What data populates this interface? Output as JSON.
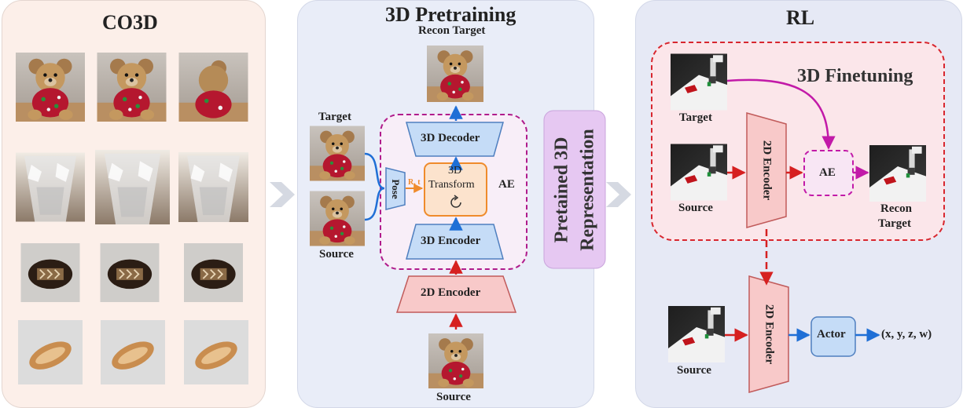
{
  "panels": {
    "co3d": {
      "title": "CO3D"
    },
    "pretraining": {
      "title": "3D Pretraining",
      "recon_target": "Recon Target",
      "target": "Target",
      "source_left": "Source",
      "source_bottom": "Source",
      "pose": "Pose",
      "rt": "R, t",
      "decoder": "3D Decoder",
      "transform_line1": "3D",
      "transform_line2": "Transform",
      "ae": "AE",
      "encoder3d": "3D Encoder",
      "encoder2d": "2D Encoder",
      "pretrained_line1": "Pretained 3D",
      "pretrained_line2": "Representation"
    },
    "rl": {
      "title": "RL",
      "finetuning": "3D Finetuning",
      "target": "Target",
      "source_top": "Source",
      "encoder_top": "2D Encoder",
      "ae": "AE",
      "recon_line1": "Recon",
      "recon_line2": "Target",
      "encoder_bottom": "2D Encoder",
      "source_bottom": "Source",
      "actor": "Actor",
      "output": "(x, y, z, w)"
    }
  },
  "colors": {
    "co3d_bg": "#fcefe9",
    "pretraining_bg": "#e9edf8",
    "rl_bg": "#e6e9f5",
    "finetune_bg": "#fbe6ea",
    "finetune_border": "#d8262e",
    "ae_border": "#b01c8c",
    "blue_box": "#c5dcf7",
    "red_box": "#f8c9c9",
    "arrow_red": "#d62020",
    "arrow_blue": "#1f6fd6",
    "arrow_magenta": "#c21aa8"
  }
}
